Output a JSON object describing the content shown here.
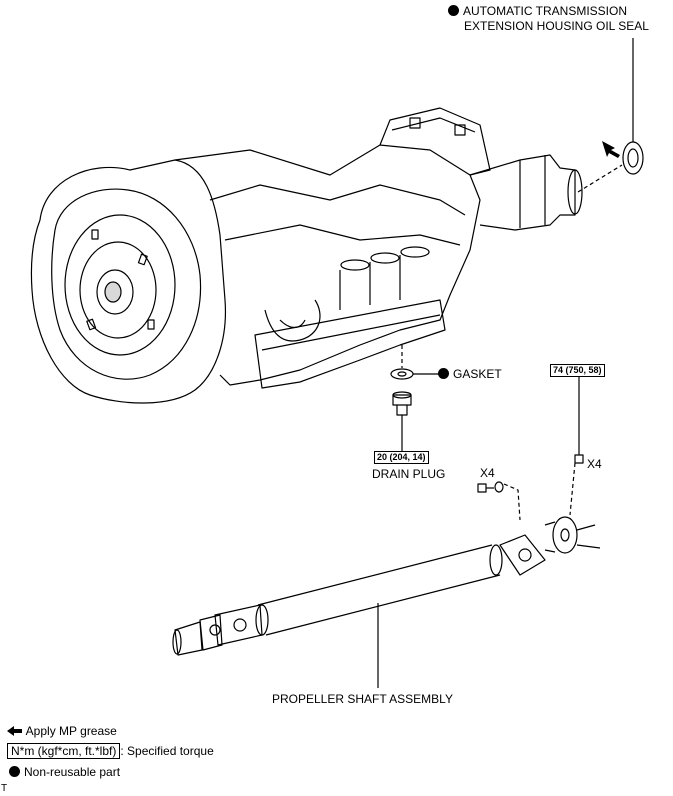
{
  "labels": {
    "oil_seal_line1": "AUTOMATIC TRANSMISSION",
    "oil_seal_line2": "EXTENSION HOUSING OIL SEAL",
    "gasket": "GASKET",
    "drain_plug": "DRAIN PLUG",
    "drain_torque": "20 (204, 14)",
    "flange_torque": "74 (750, 58)",
    "x4_bolts": "X4",
    "x4_nuts": "X4",
    "propeller": "PROPELLER SHAFT ASSEMBLY",
    "corner_code": "T"
  },
  "legend": {
    "grease": "Apply MP grease",
    "torque_box": "N*m (kgf*cm, ft.*lbf)",
    "torque_text": ": Specified torque",
    "nonreusable": "Non-reusable part"
  }
}
